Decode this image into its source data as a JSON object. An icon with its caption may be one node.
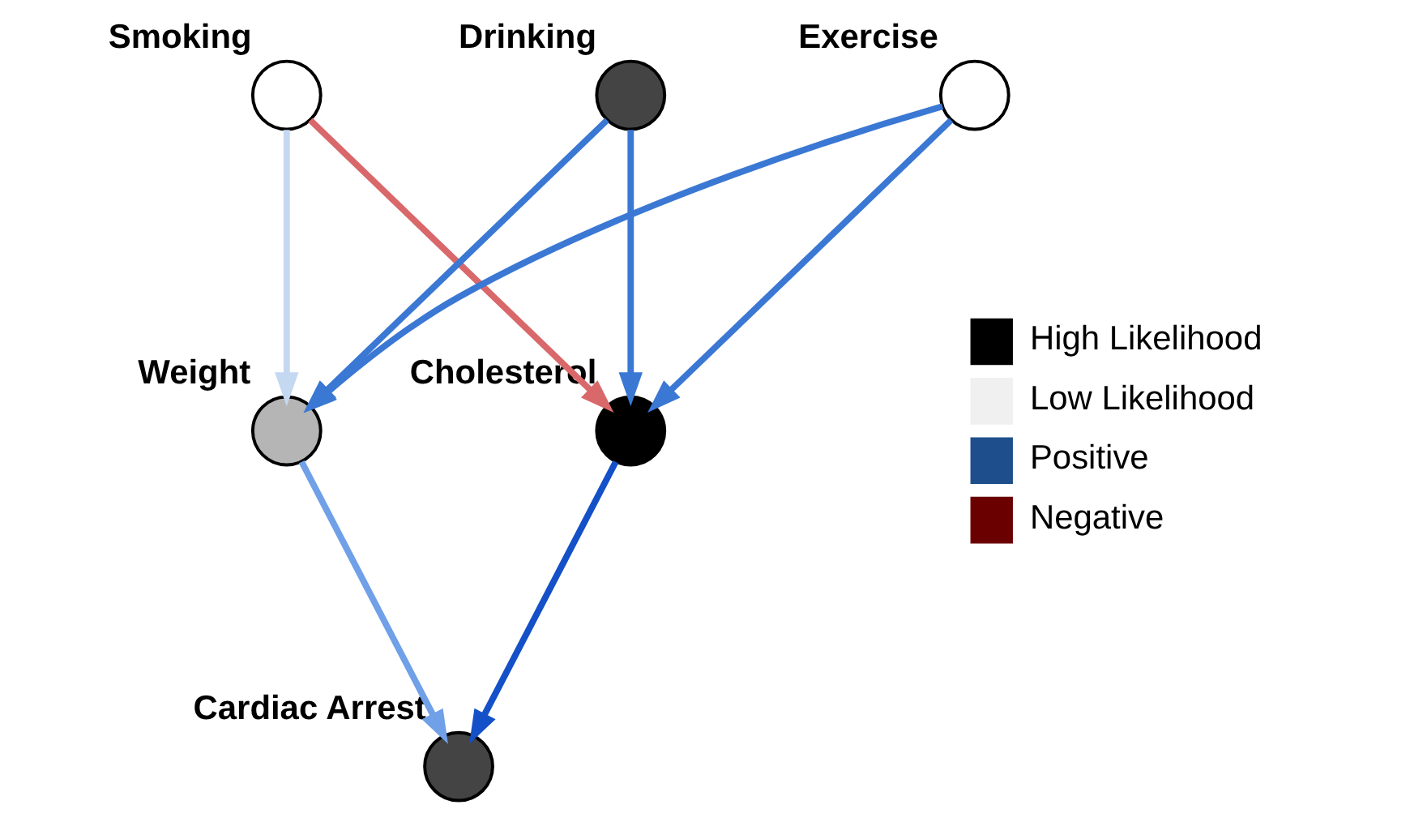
{
  "diagram": {
    "nodes": [
      {
        "text": [
          "Smoking"
        ]
      },
      {
        "text": [
          "Drinking"
        ]
      },
      {
        "text": [
          "Exercise"
        ]
      },
      {
        "text": [
          "Weight"
        ]
      },
      {
        "text": [
          "Cholesterol"
        ]
      },
      {
        "text": [
          "Cardiac Arrest"
        ]
      }
    ],
    "edges": [
      {
        "from": 0,
        "to": 3,
        "arrow": "to",
        "color": "#c5d8f2"
      },
      {
        "from": 0,
        "to": 4,
        "arrow": "to",
        "color": "#d9686b"
      },
      {
        "from": 1,
        "to": 3,
        "arrow": "to",
        "color": "#3a78d4"
      },
      {
        "from": 1,
        "to": 4,
        "arrow": "to",
        "color": "#3a78d4"
      },
      {
        "from": 2,
        "to": 3,
        "arrow": "to",
        "color": "#3a78d4"
      },
      {
        "from": 2,
        "to": 4,
        "arrow": "to",
        "color": "#3a78d4"
      },
      {
        "from": 3,
        "to": 5,
        "arrow": "to",
        "color": "#6fa0e8"
      },
      {
        "from": 4,
        "to": 5,
        "arrow": "to",
        "color": "#1450c8"
      }
    ],
    "legend": [
      {
        "text": "High Likelihood",
        "color": "#000000"
      },
      {
        "text": "Low Likelihood",
        "color": "#f0f0f0"
      },
      {
        "text": "Positive",
        "color": "#1f4e8c"
      },
      {
        "text": "Negative",
        "color": "#6b0000"
      }
    ]
  }
}
